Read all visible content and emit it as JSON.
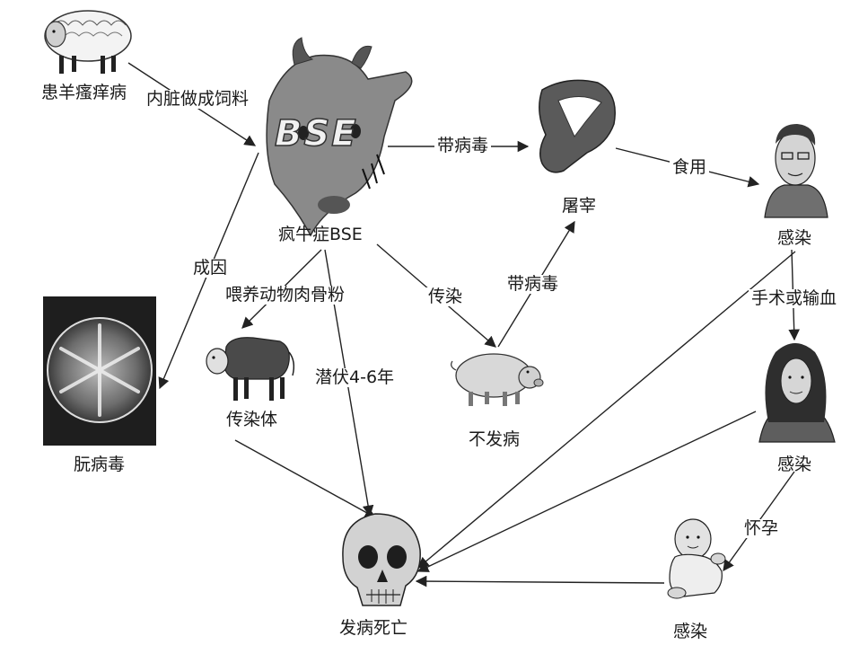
{
  "nodes": {
    "scrapie_sheep": "患羊瘙痒病",
    "bse": "疯牛症BSE",
    "slaughter": "屠宰",
    "man_infected": "感染",
    "prion": "朊病毒",
    "carrier_cow": "传染体",
    "pig_no_disease": "不发病",
    "woman_infected": "感染",
    "death": "发病死亡",
    "baby_infected": "感染"
  },
  "edges": {
    "offal_feed": "内脏做成饲料",
    "carry_virus_1": "带病毒",
    "eat": "食用",
    "cause": "成因",
    "feed_meal": "喂养动物肉骨粉",
    "transmit": "传染",
    "carry_virus_2": "带病毒",
    "latency": "潜伏4-6年",
    "surgery_blood": "手术或输血",
    "pregnancy": "怀孕"
  },
  "bse_logo": "BSE"
}
